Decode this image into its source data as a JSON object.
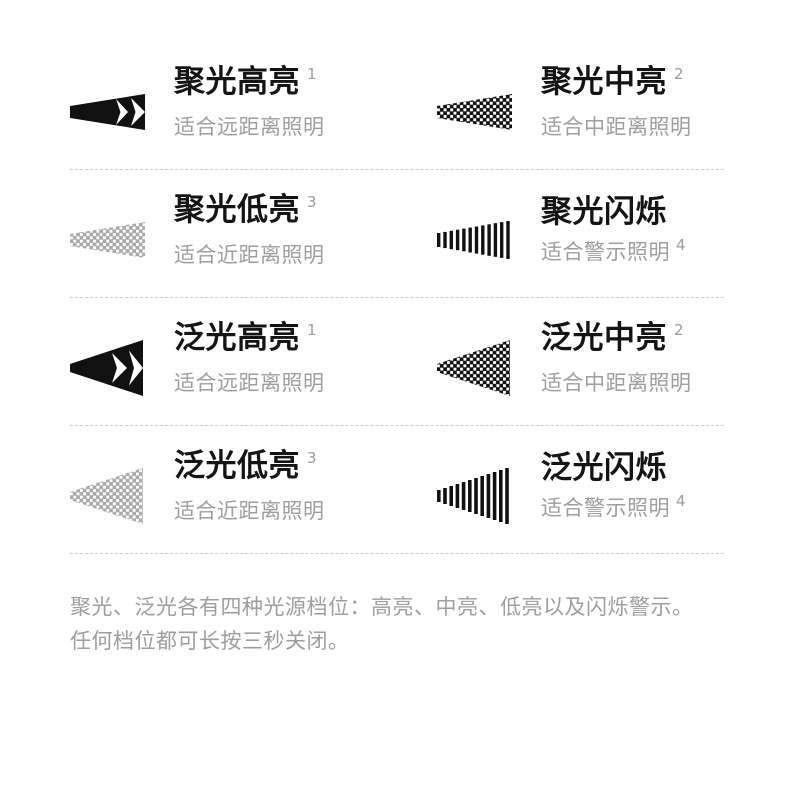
{
  "page": {
    "background": "#ffffff",
    "language": "zh-CN"
  },
  "colors": {
    "title_text": "#141414",
    "muted_text": "#9e9e9e",
    "superscript_text": "#9b9b9b",
    "icon_black": "#111111",
    "icon_gray": "#a9a9a9",
    "divider": "#cbcbcb"
  },
  "items": [
    {
      "title": "聚光高亮",
      "sup": "1",
      "sup_on": "title",
      "subtitle": "适合远距离照明",
      "icon": "spot-beam-high-icon",
      "icon_style": "solid-black-with-chevrons"
    },
    {
      "title": "聚光中亮",
      "sup": "2",
      "sup_on": "title",
      "subtitle": "适合中距离照明",
      "icon": "spot-beam-medium-icon",
      "icon_style": "black-checkerboard"
    },
    {
      "title": "聚光低亮",
      "sup": "3",
      "sup_on": "title",
      "subtitle": "适合近距离照明",
      "icon": "spot-beam-low-icon",
      "icon_style": "gray-checkerboard"
    },
    {
      "title": "聚光闪烁",
      "sup": "4",
      "sup_on": "subtitle",
      "subtitle": "适合警示照明",
      "icon": "spot-beam-flash-icon",
      "icon_style": "black-vertical-stripes"
    },
    {
      "title": "泛光高亮",
      "sup": "1",
      "sup_on": "title",
      "subtitle": "适合远距离照明",
      "icon": "flood-beam-high-icon",
      "icon_style": "solid-black-with-chevrons"
    },
    {
      "title": "泛光中亮",
      "sup": "2",
      "sup_on": "title",
      "subtitle": "适合中距离照明",
      "icon": "flood-beam-medium-icon",
      "icon_style": "black-checkerboard"
    },
    {
      "title": "泛光低亮",
      "sup": "3",
      "sup_on": "title",
      "subtitle": "适合近距离照明",
      "icon": "flood-beam-low-icon",
      "icon_style": "gray-checkerboard"
    },
    {
      "title": "泛光闪烁",
      "sup": "4",
      "sup_on": "subtitle",
      "subtitle": "适合警示照明",
      "icon": "flood-beam-flash-icon",
      "icon_style": "black-vertical-stripes"
    }
  ],
  "footer": {
    "line1": "聚光、泛光各有四种光源档位：高亮、中亮、低亮以及闪烁警示。",
    "line2": "任何档位都可长按三秒关闭。"
  }
}
